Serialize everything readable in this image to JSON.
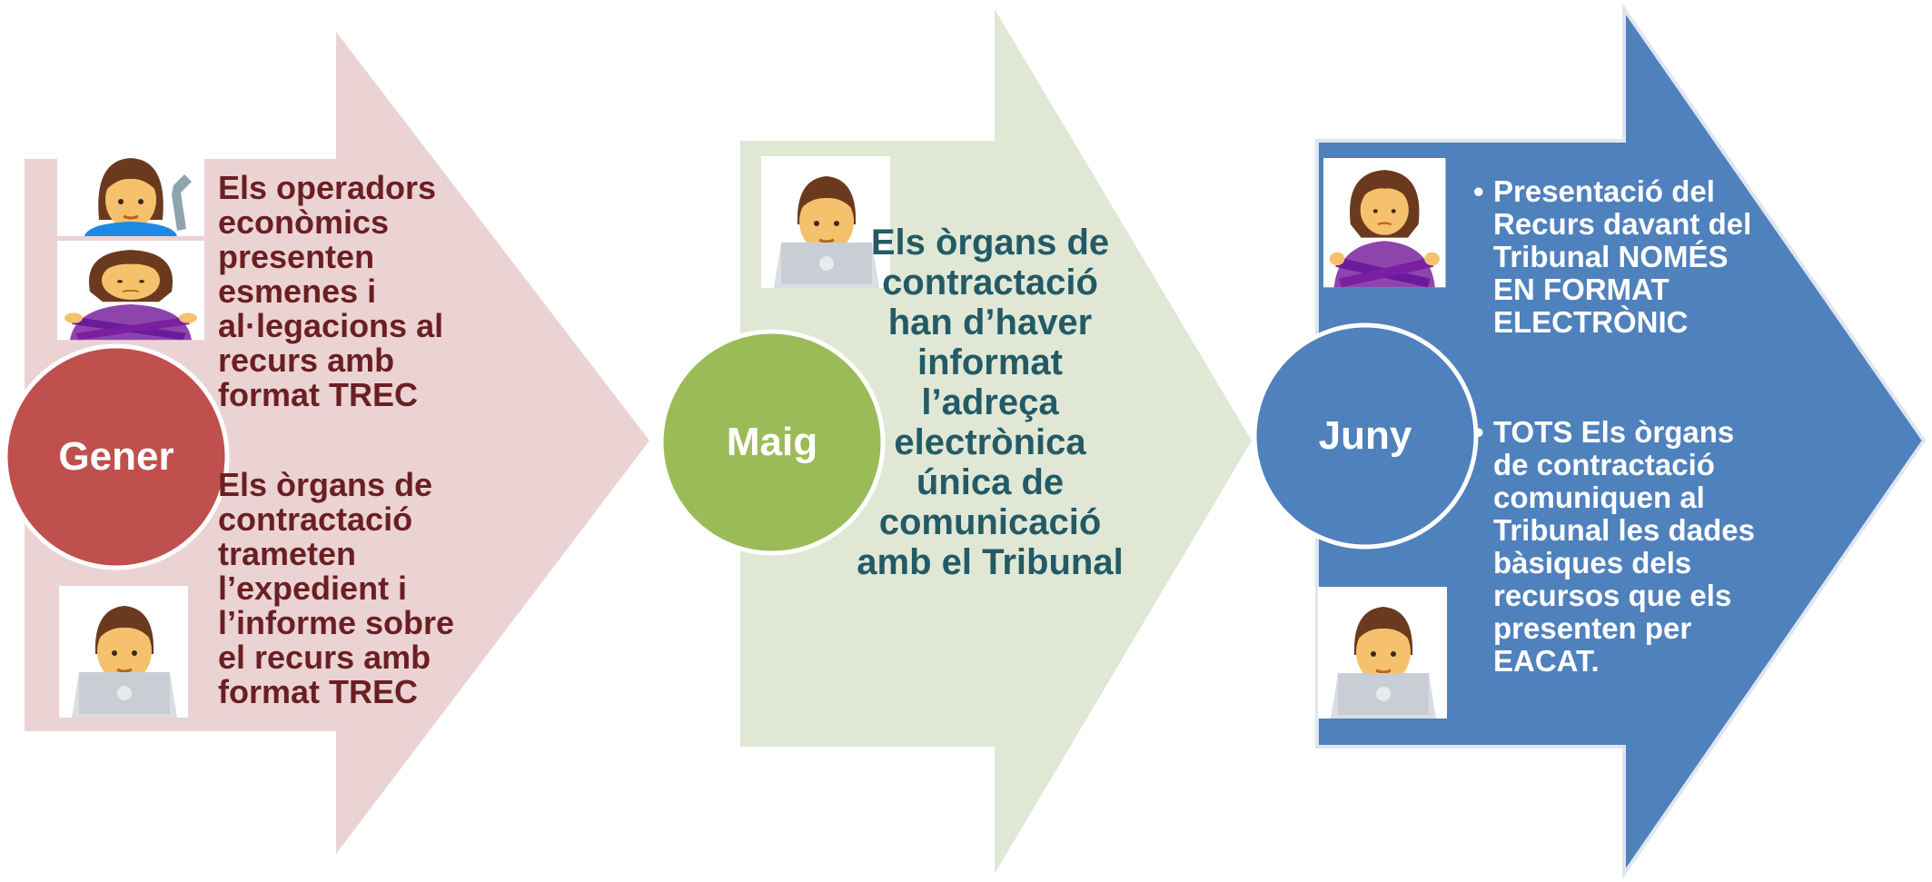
{
  "steps": [
    {
      "circle_label": "Gener",
      "text_top": "Els operadors econòmics presenten esmenes i al·legacions al recurs amb format TREC",
      "text_bottom": "Els òrgans de contractació trameten l’expedient i l’informe sobre el recurs amb format TREC",
      "icons": [
        "woman-mechanic-icon",
        "woman-gesturing-no-icon",
        "man-technologist-icon"
      ]
    },
    {
      "circle_label": "Maig",
      "text": "Els òrgans de contractació han d’haver informat l’adreça electrònica única de comunicació amb el Tribunal",
      "icons": [
        "man-technologist-icon"
      ]
    },
    {
      "circle_label": "Juny",
      "bullets": [
        "Presentació del Recurs davant del Tribunal NOMÉS EN FORMAT ELECTRÒNIC",
        "TOTS Els òrgans de contractació comuniquen al Tribunal les dades bàsiques dels recursos que els presenten per EACAT."
      ],
      "icons": [
        "woman-gesturing-no-icon",
        "man-technologist-icon"
      ]
    }
  ],
  "colors": {
    "arrow1": "#ebd3d4",
    "arrow2": "#e0e8d5",
    "arrow3": "#4f81bd",
    "circle1": "#c0504d",
    "circle2": "#9bbb59",
    "circle3": "#4f81bd"
  }
}
